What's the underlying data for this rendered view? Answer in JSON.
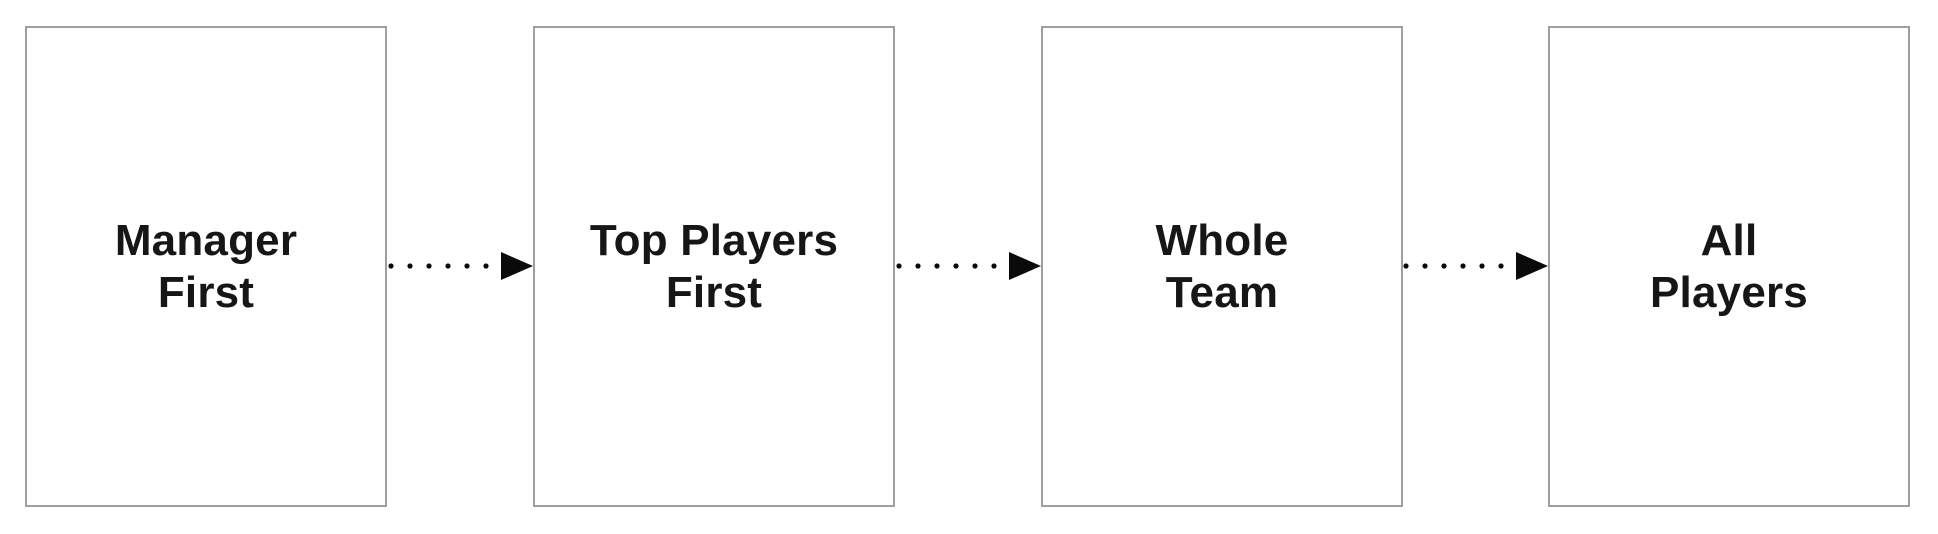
{
  "diagram": {
    "type": "flowchart",
    "direction": "left-to-right",
    "boxes": [
      {
        "label": "Manager First",
        "line1": "Manager",
        "line2": "First"
      },
      {
        "label": "Top Players First",
        "line1": "Top Players",
        "line2": "First"
      },
      {
        "label": "Whole Team",
        "line1": "Whole",
        "line2": "Team"
      },
      {
        "label": "All Players",
        "line1": "All",
        "line2": "Players"
      }
    ],
    "arrows": [
      {
        "from": "Manager First",
        "to": "Top Players First",
        "style": "dotted",
        "head": "solid-triangle"
      },
      {
        "from": "Top Players First",
        "to": "Whole Team",
        "style": "dotted",
        "head": "solid-triangle"
      },
      {
        "from": "Whole Team",
        "to": "All Players",
        "style": "dotted",
        "head": "solid-triangle"
      }
    ],
    "colors": {
      "background": "#ffffff",
      "box_fill": "#ffffff",
      "box_border": "#9e9e9e",
      "text": "#161616",
      "arrow": "#0a0a0a"
    }
  }
}
